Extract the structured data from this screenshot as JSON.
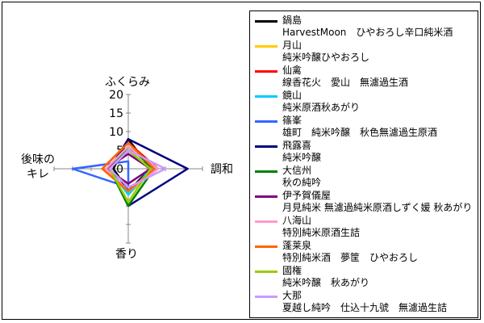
{
  "chart_data": {
    "type": "radar",
    "axes": [
      "ふくらみ",
      "調和",
      "香り",
      "後味のキレ"
    ],
    "axis_labels": {
      "top": "ふくらみ",
      "right": "調和",
      "bottom": "香り",
      "left_line1": "後味の",
      "left_line2": "キレ"
    },
    "ticks": [
      "0",
      "5",
      "10",
      "15",
      "20"
    ],
    "range": [
      0,
      20
    ],
    "series": [
      {
        "name": "鍋島",
        "detail": "HarvestMoon　ひやおろし辛口純米酒",
        "color": "#000000",
        "values": [
          8,
          6,
          6,
          4
        ]
      },
      {
        "name": "月山",
        "detail": "純米吟醸ひやおろし",
        "color": "#ffcc00",
        "values": [
          6,
          7,
          7,
          5
        ]
      },
      {
        "name": "仙禽",
        "detail": "線香花火　愛山　無濾過生酒",
        "color": "#ff0000",
        "values": [
          7,
          8,
          6,
          7
        ]
      },
      {
        "name": "鏡山",
        "detail": "純米原酒秋あがり",
        "color": "#00ccff",
        "values": [
          5,
          6,
          7,
          5
        ]
      },
      {
        "name": "篠峯",
        "detail": "雄町　純米吟醸　秋色無濾過生原酒",
        "color": "#3366ff",
        "values": [
          2,
          0,
          5,
          15
        ]
      },
      {
        "name": "飛露喜",
        "detail": "純米吟醸",
        "color": "#000080",
        "values": [
          8,
          16,
          10,
          5
        ]
      },
      {
        "name": "大信州",
        "detail": "秋の純吟",
        "color": "#008000",
        "values": [
          6,
          7,
          10,
          5
        ]
      },
      {
        "name": "伊予賀儀屋",
        "detail": "月見純米 無濾過純米原酒しずく媛 秋あがり",
        "color": "#800080",
        "values": [
          4,
          6,
          4,
          6
        ]
      },
      {
        "name": "八海山",
        "detail": "特別純米原酒生詰",
        "color": "#ff99cc",
        "values": [
          6,
          8,
          6,
          6
        ]
      },
      {
        "name": "蓬莱泉",
        "detail": "特別純米酒　夢筐　ひやおろし",
        "color": "#ff6600",
        "values": [
          7,
          7,
          6,
          7
        ]
      },
      {
        "name": "國権",
        "detail": "純米吟醸　秋あがり",
        "color": "#99cc00",
        "values": [
          5,
          6,
          9,
          5
        ]
      },
      {
        "name": "大那",
        "detail": "夏越し純吟　仕込十九號　無濾過生詰",
        "color": "#cc99ff",
        "values": [
          5,
          10,
          5,
          5
        ]
      }
    ]
  }
}
